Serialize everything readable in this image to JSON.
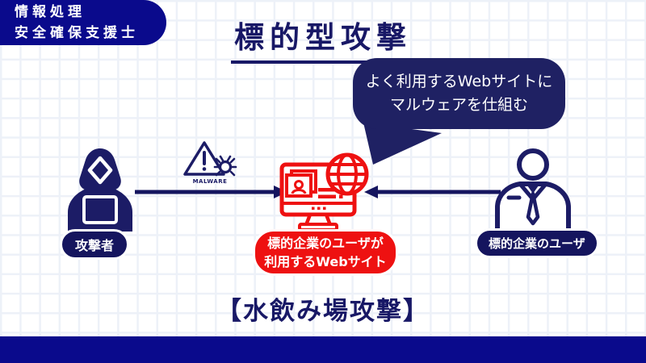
{
  "colors": {
    "brand_navy": "#0a0a8c",
    "dark_navy": "#1c1c66",
    "accent_red": "#ee1111",
    "grid_line": "#edf1f8",
    "white": "#ffffff"
  },
  "badge": {
    "line1": "情報処理",
    "line2": "安全確保支援士"
  },
  "title": "標的型攻撃",
  "speech_bubble": {
    "line1": "よく利用するWebサイトに",
    "line2": "マルウェアを仕組む"
  },
  "malware": {
    "caption": "MALWARE",
    "icon": "warning-triangle-bug-icon"
  },
  "actors": {
    "attacker": {
      "label": "攻撃者",
      "icon": "hooded-hacker-laptop-icon"
    },
    "website": {
      "label_line1": "標的企業のユーザが",
      "label_line2": "利用するWebサイト",
      "icon": "browser-globe-monitor-icon"
    },
    "user": {
      "label": "標的企業のユーザ",
      "icon": "business-person-icon"
    }
  },
  "footer": {
    "title": "【水飲み場攻撃】"
  }
}
